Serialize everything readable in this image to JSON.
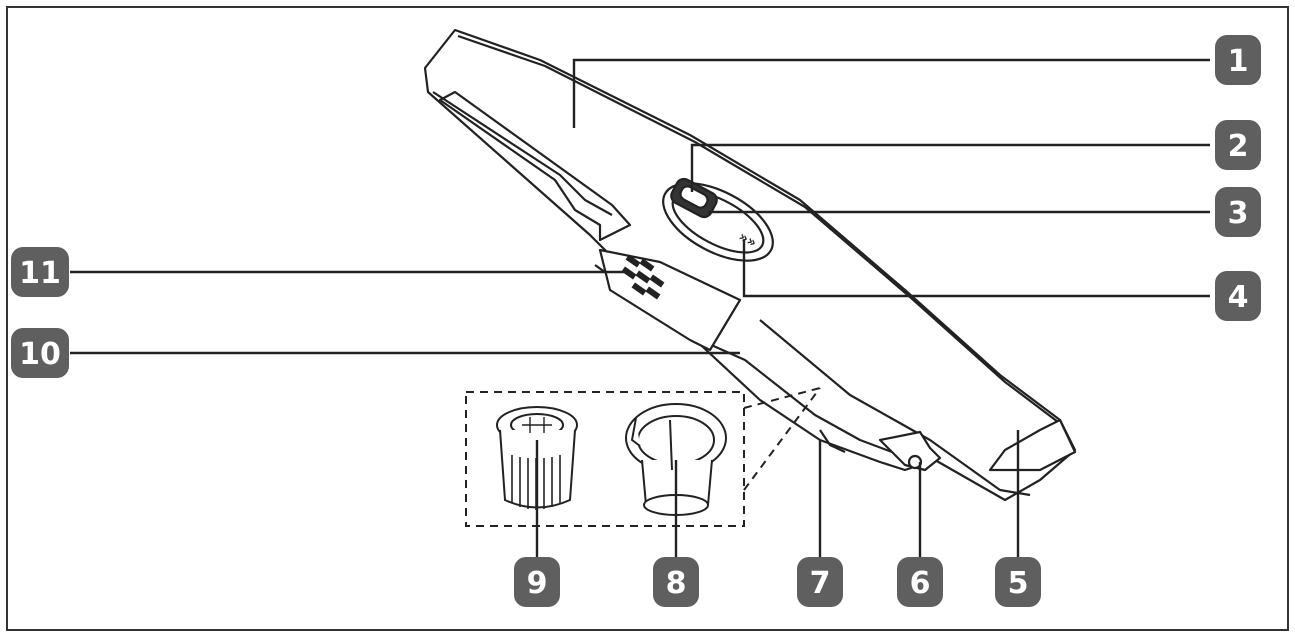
{
  "colors": {
    "badge_fill": "#5f5f5f",
    "badge_text": "#ffffff",
    "line": "#222222",
    "outline": "#222222",
    "body_fill": "#ffffff"
  },
  "callouts": [
    {
      "id": "callout-1",
      "number": "1"
    },
    {
      "id": "callout-2",
      "number": "2"
    },
    {
      "id": "callout-3",
      "number": "3"
    },
    {
      "id": "callout-4",
      "number": "4"
    },
    {
      "id": "callout-5",
      "number": "5"
    },
    {
      "id": "callout-6",
      "number": "6"
    },
    {
      "id": "callout-7",
      "number": "7"
    },
    {
      "id": "callout-8",
      "number": "8"
    },
    {
      "id": "callout-9",
      "number": "9"
    },
    {
      "id": "callout-10",
      "number": "10"
    },
    {
      "id": "callout-11",
      "number": "11"
    }
  ]
}
